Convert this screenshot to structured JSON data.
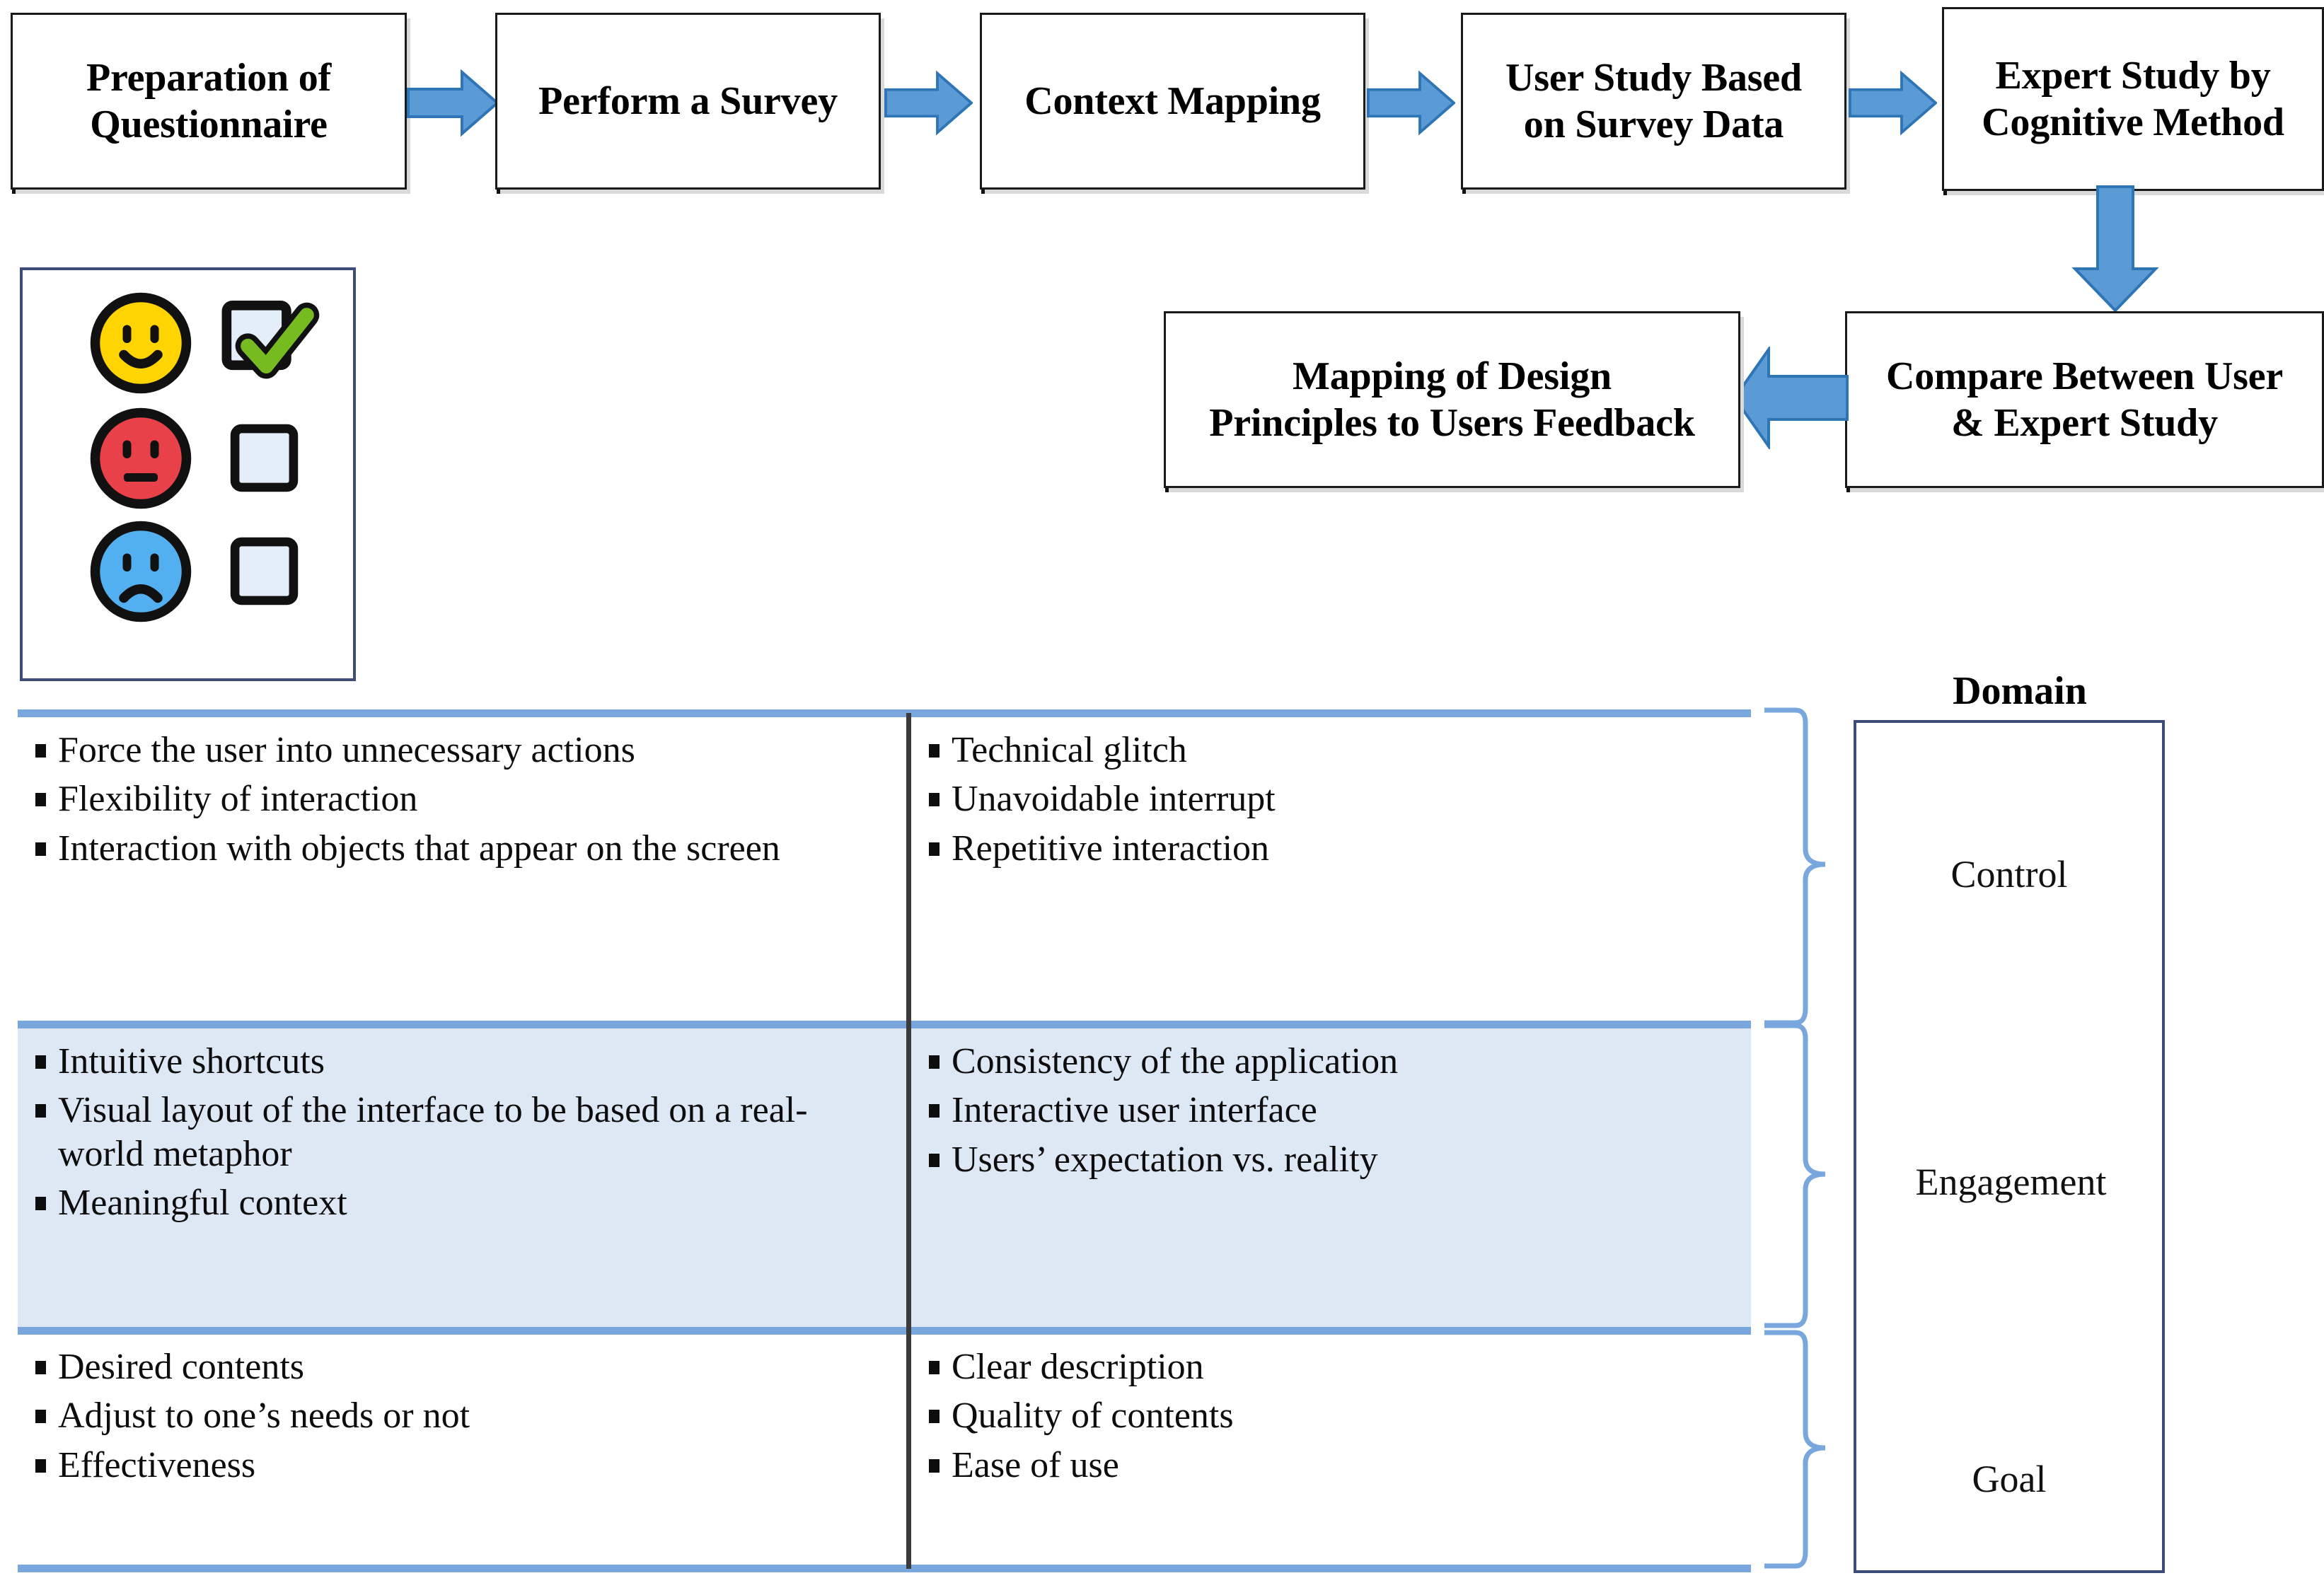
{
  "flow": {
    "boxes": [
      {
        "id": "preparation-of-questionnaire",
        "line1": "Preparation of",
        "line2": "Questionnaire"
      },
      {
        "id": "perform-a-survey",
        "line1": "Perform a Survey",
        "line2": ""
      },
      {
        "id": "context-mapping",
        "line1": "Context Mapping",
        "line2": ""
      },
      {
        "id": "user-study-based-on-survey-data",
        "line1": "User Study Based",
        "line2": "on Survey Data"
      },
      {
        "id": "expert-study-by-cognitive-method",
        "line1": "Expert Study by",
        "line2": "Cognitive Method"
      },
      {
        "id": "compare-between-user-and-expert-study",
        "line1": "Compare Between User",
        "line2": "& Expert Study"
      },
      {
        "id": "mapping-of-design-principles-to-users-feedback",
        "line1": "Mapping of Design",
        "line2": "Principles to Users Feedback"
      }
    ],
    "arrow_color": "#5B9BD5",
    "arrow_border_color": "#2E75B6"
  },
  "feedback_panel": {
    "items": [
      {
        "face": "happy-face",
        "face_color": "#FFD400",
        "mouth": "smile",
        "checkbox": "checked",
        "check_color": "#76BC21"
      },
      {
        "face": "neutral-face",
        "face_color": "#E8414A",
        "mouth": "flat",
        "checkbox": "unchecked",
        "check_color": ""
      },
      {
        "face": "sad-face",
        "face_color": "#52B0F0",
        "mouth": "frown",
        "checkbox": "unchecked",
        "check_color": ""
      }
    ],
    "checkbox_fill": "#e4eef8"
  },
  "table": {
    "rule_color": "#79a7dd",
    "divider_color": "#3a3a3a",
    "band_color": "#dee8f4",
    "rows": [
      {
        "domain": "Control",
        "shaded": false,
        "left": [
          "Force the user into unnecessary actions",
          "Flexibility of interaction",
          "Interaction with objects that appear on the screen"
        ],
        "right": [
          "Technical glitch",
          "Unavoidable interrupt",
          "Repetitive interaction"
        ]
      },
      {
        "domain": "Engagement",
        "shaded": true,
        "left": [
          "Intuitive shortcuts",
          "Visual layout of the interface to be based on a real-world metaphor",
          "Meaningful context"
        ],
        "right": [
          "Consistency of the application",
          "Interactive user interface",
          "Users’ expectation vs. reality"
        ]
      },
      {
        "domain": "Goal",
        "shaded": false,
        "left": [
          "Desired contents",
          "Adjust to one’s needs or not",
          "Effectiveness"
        ],
        "right": [
          "Clear description",
          "Quality of contents",
          "Ease of use"
        ]
      }
    ]
  },
  "domain_column": {
    "title": "Domain",
    "labels": [
      "Control",
      "Engagement",
      "Goal"
    ],
    "border_color": "#3d4c78",
    "brace_color": "#79a7dd"
  }
}
